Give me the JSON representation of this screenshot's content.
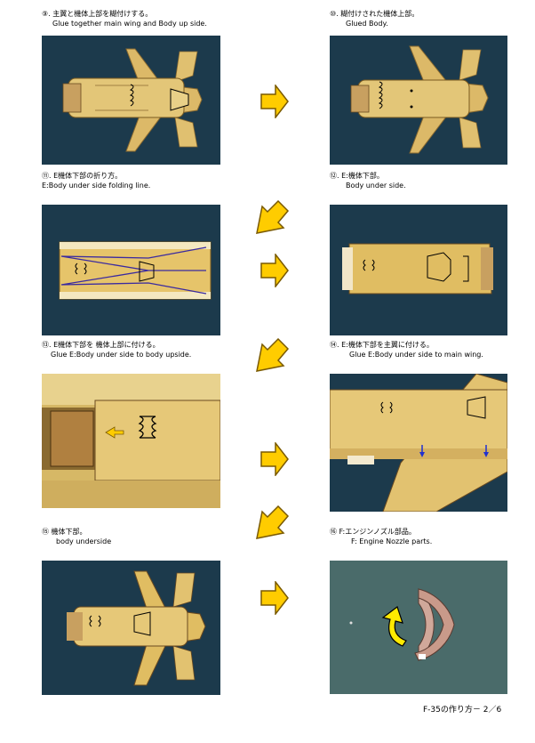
{
  "steps": [
    {
      "ja": "⑨. 主翼と機体上部を糊付けする。",
      "en": "Glue together main wing and Body up side."
    },
    {
      "ja": "⑩. 糊付けされた機体上部。",
      "en": "Glued Body."
    },
    {
      "ja": "⑪. E機体下部の折り方。",
      "en": "E:Body under side folding line."
    },
    {
      "ja": "⑫. E:機体下部。",
      "en": "Body under side."
    },
    {
      "ja": "⑬. E機体下部を 機体上部に付ける。",
      "en": "Glue E:Body under side to body upside."
    },
    {
      "ja": "⑭. E:機体下部を主翼に付ける。",
      "en": "Glue E:Body under side to main wing."
    },
    {
      "ja": "⑮ 機体下部。",
      "en": "body underside"
    },
    {
      "ja": "⑯ F:エンジンノズル部品。",
      "en": "F: Engine Nozzle  parts."
    }
  ],
  "footer": "F-35の作り方－ 2／6",
  "colors": {
    "arrow": "#ffcc00",
    "arrow_outline": "#7a5a00",
    "paper": "#e6c878",
    "bg_dark": "#1f3d4f"
  }
}
